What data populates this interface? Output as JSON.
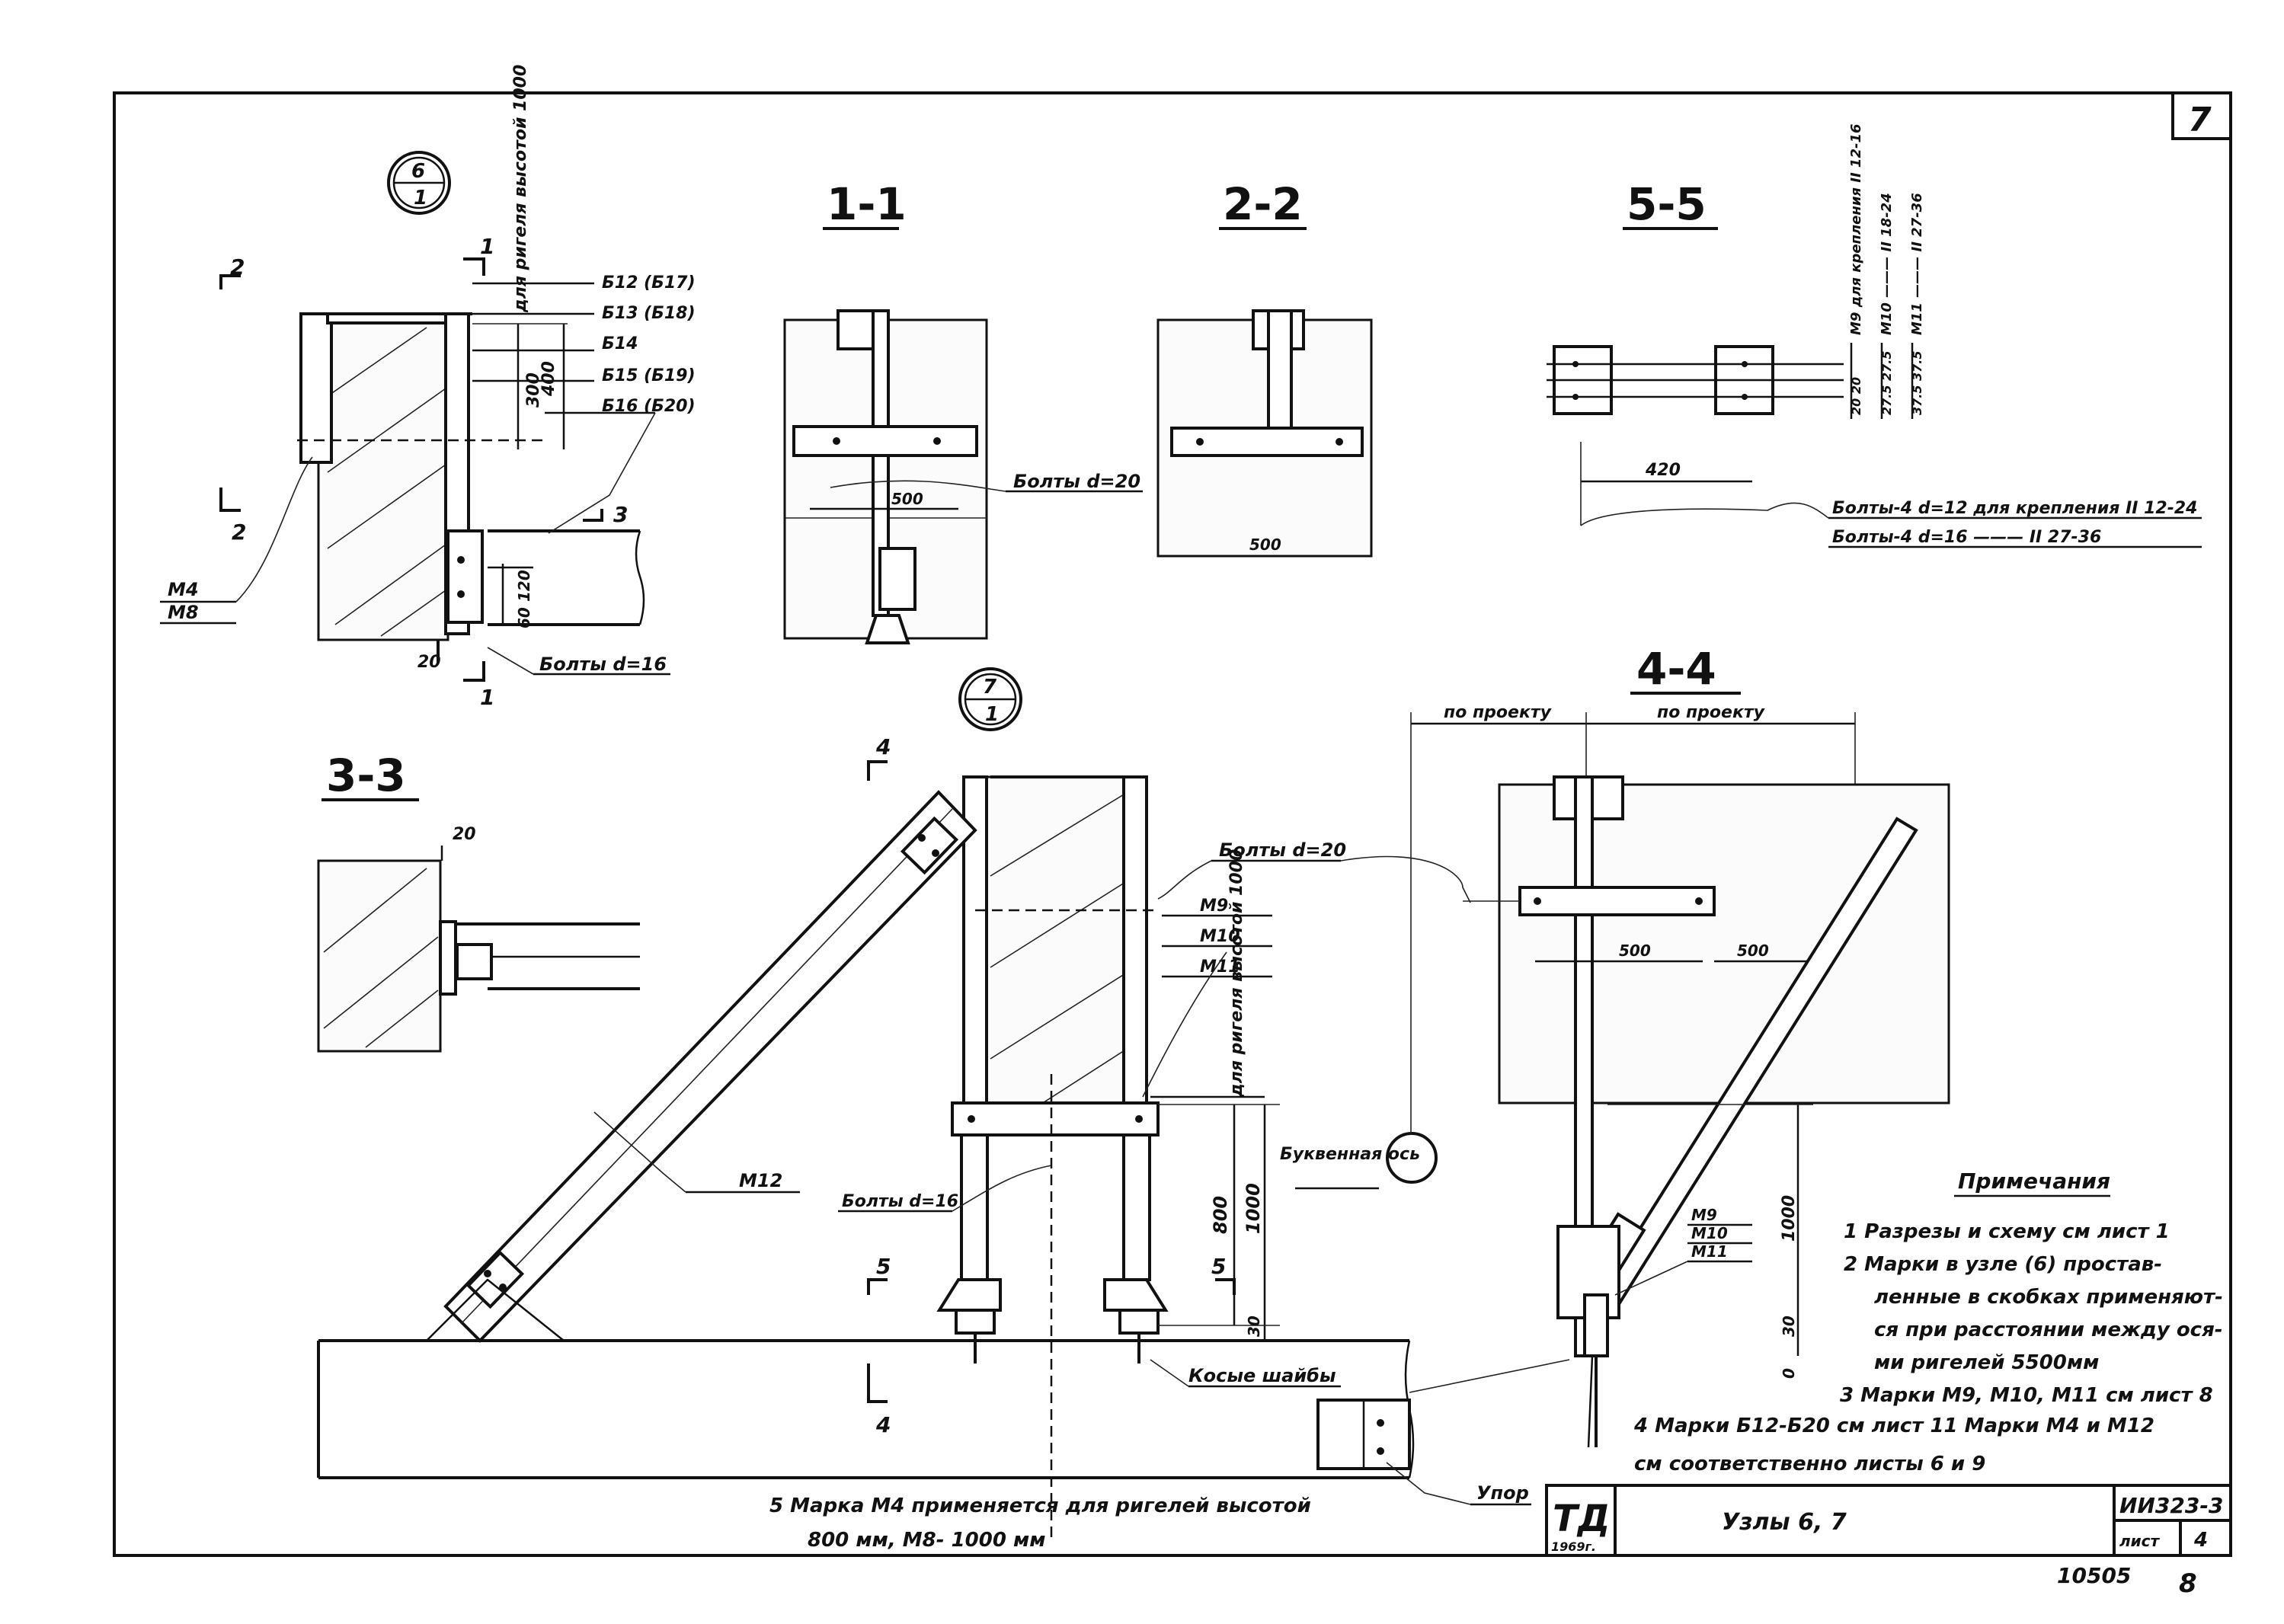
{
  "sheet": {
    "page_number": "7",
    "stamp_number": "10505",
    "stamp_page": "8"
  },
  "title_block": {
    "logo": "ТД",
    "year": "1969г.",
    "title": "Узлы 6, 7",
    "code": "ИИ323-3",
    "sheet_label": "лист",
    "sheet_number": "4"
  },
  "node6": {
    "circle_top": "6",
    "circle_bottom": "1",
    "note_vertical": "для ригеля высотой 1000",
    "marks": [
      "Б12 (Б17)",
      "Б13 (Б18)",
      "Б14",
      "Б15 (Б19)",
      "Б16 (Б20)"
    ],
    "dim_300": "300",
    "dim_400": "400",
    "dim_120": "120",
    "dim_60": "60",
    "dim_20": "20",
    "cut_1": "1",
    "cut_2": "2",
    "cut_3": "3",
    "leader_m4": "М4",
    "leader_m8": "М8",
    "bolts": "Болты d=16"
  },
  "section_11": {
    "title": "1-1",
    "dim_500": "500",
    "bolts": "Болты d=20"
  },
  "section_22": {
    "title": "2-2",
    "dim_500": "500"
  },
  "section_55": {
    "title": "5-5",
    "dim_420": "420",
    "vertical_notes": [
      "М9  для крепления II 12-16",
      "М10 ——— II 18-24",
      "М11 ——— II 27-36"
    ],
    "dims_vertical": [
      "20  20",
      "27.5  27.5",
      "37.5  37.5"
    ],
    "bolts_line1": "Болты-4 d=12 для крепления II 12-24",
    "bolts_line2": "Болты-4 d=16 ——— II 27-36"
  },
  "section_33": {
    "title": "3-3",
    "dim_20": "20"
  },
  "node7": {
    "circle_top": "7",
    "circle_bottom": "1",
    "cut_4": "4",
    "cut_5": "5",
    "bolts20": "Болты d=20",
    "marks": [
      "М9",
      "М10",
      "М11"
    ],
    "note_vertical": "для ригеля высотой 1000",
    "m12": "М12",
    "bolts16": "Болты d=16",
    "dim_800": "800",
    "dim_1000": "1000",
    "dim_30": "30",
    "axis_label": "Буквенная ось",
    "washers": "Косые шайбы",
    "stop": "Упор"
  },
  "section_44": {
    "title": "4-4",
    "by_project_1": "по проекту",
    "by_project_2": "по проекту",
    "dim_500a": "500",
    "dim_500b": "500",
    "marks": [
      "М9",
      "М10",
      "М11"
    ],
    "dim_1000": "1000",
    "dim_30": "30",
    "dim_0": "0"
  },
  "notes": {
    "heading": "Примечания",
    "n1": "1  Разрезы и схему см лист 1",
    "n2a": "2  Марки в узле (6) простав-",
    "n2b": "ленные в скобках применяют-",
    "n2c": "ся при расстоянии между ося-",
    "n2d": "ми ригелей 5500мм",
    "n3": "3  Марки М9, М10, М11 см лист 8",
    "n4a": "4  Марки Б12-Б20 см лист 11  Марки  М4 и М12",
    "n4b": "см  соответственно  листы  6 и 9",
    "n5a": "5   Марка М4 применяется для ригелей высотой",
    "n5b": "800 мм,   М8- 1000 мм"
  }
}
